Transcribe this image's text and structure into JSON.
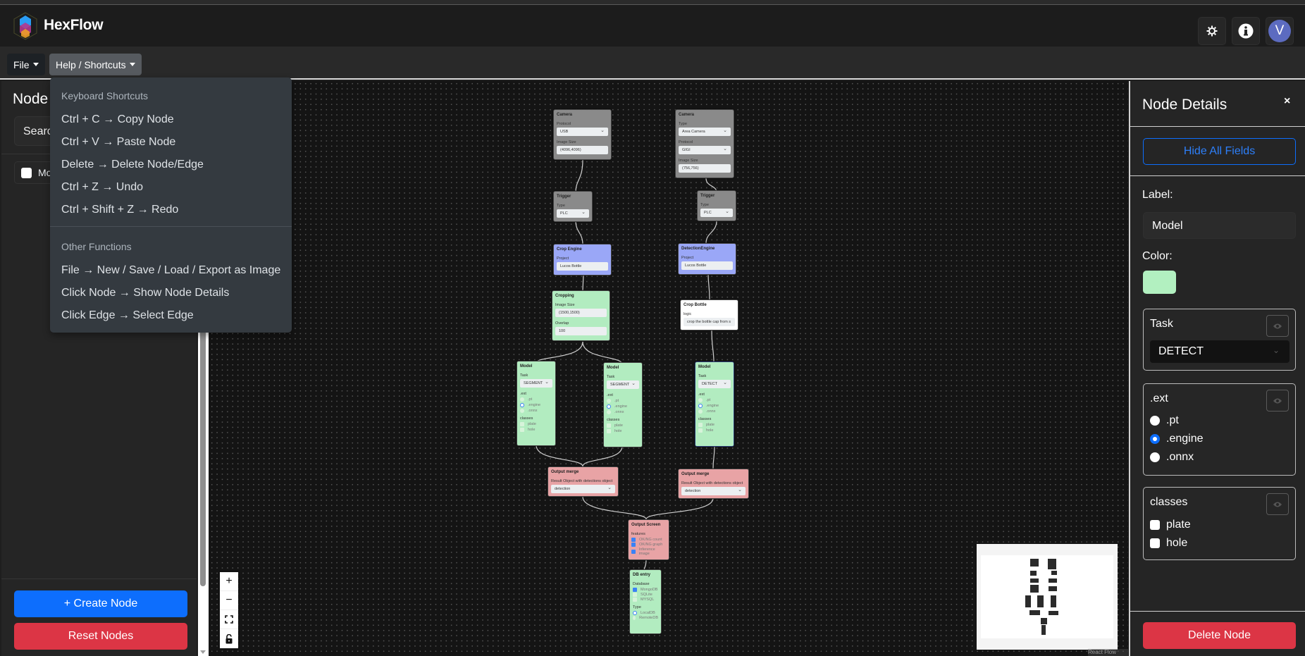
{
  "header": {
    "app_title": "HexFlow",
    "settings_icon": "gear-icon",
    "info_icon": "info-icon",
    "avatar_initial": "V"
  },
  "menubar": {
    "file_label": "File",
    "help_label": "Help / Shortcuts"
  },
  "help_dropdown": {
    "section1_header": "Keyboard Shortcuts",
    "shortcuts": [
      "Ctrl + C → Copy Node",
      "Ctrl + V → Paste Node",
      "Delete → Delete Node/Edge",
      "Ctrl + Z → Undo",
      "Ctrl + Shift + Z → Redo"
    ],
    "section2_header": "Other Functions",
    "functions": [
      "File → New / Save / Load / Export as Image",
      "Click Node → Show Node Details",
      "Click Edge → Select Edge"
    ]
  },
  "left_panel": {
    "title": "Node",
    "search_placeholder": "Search",
    "items": [
      {
        "label": "Mo"
      }
    ],
    "create_button": "+ Create Node",
    "reset_button": "Reset Nodes"
  },
  "canvas": {
    "controls": {
      "zoom_in": "+",
      "zoom_out": "−",
      "fit": "⛶",
      "lock": "🔓"
    },
    "attribution": "React Flow",
    "nodes": {
      "camera1": {
        "title": "Camera",
        "protocol_label": "Protocol",
        "protocol": "USB",
        "image_size_label": "Image Size",
        "image_size": "(4096,4096)"
      },
      "camera2": {
        "title": "Camera",
        "type_label": "Type",
        "type": "Area Camera",
        "protocol_label": "Protocol",
        "protocol": "GIGI",
        "image_size_label": "Image Size",
        "image_size": "(756,756)"
      },
      "trigger1": {
        "title": "Trigger",
        "type_label": "Type",
        "type": "PLC"
      },
      "trigger2": {
        "title": "Trigger",
        "type_label": "Type",
        "type": "PLC"
      },
      "crop_engine": {
        "title": "Crop Engine",
        "project_label": "Project",
        "project": "Lucos Bottle"
      },
      "detection_engine": {
        "title": "DetectionEngine",
        "project_label": "Project",
        "project": "Lucos Bottle"
      },
      "cropping": {
        "title": "Cropping",
        "image_size_label": "Image Size",
        "image_size": "(1500,1500)",
        "overlap_label": "Overlap",
        "overlap": "100"
      },
      "crop_bottle": {
        "title": "Crop Bottle",
        "logic_label": "logic",
        "logic": "crop the bottle cap from s"
      },
      "model1": {
        "title": "Model",
        "task_label": "Task",
        "task": "SEGMENT",
        "ext_label": ".ext",
        "ext_options": [
          ".pt",
          ".engine",
          ".onnx"
        ],
        "classes_label": "classes",
        "classes": [
          "plate",
          "hole"
        ]
      },
      "model2": {
        "title": "Model",
        "task_label": "Task",
        "task": "SEGMENT",
        "ext_label": ".ext",
        "ext_options": [
          ".pt",
          ".engine",
          ".onnx"
        ],
        "classes_label": "classes",
        "classes": [
          "plate",
          "hole"
        ]
      },
      "model3": {
        "title": "Model",
        "task_label": "Task",
        "task": "DETECT",
        "ext_label": ".ext",
        "ext_options": [
          ".pt",
          ".engine",
          ".onnx"
        ],
        "classes_label": "classes",
        "classes": [
          "plate",
          "hole"
        ]
      },
      "output_merge1": {
        "title": "Output merge",
        "field_label": "Result Object with detections object",
        "value": "detection"
      },
      "output_merge2": {
        "title": "Output merge",
        "field_label": "Result Object with detections object",
        "value": "detection"
      },
      "output_screen": {
        "title": "Output Screen",
        "features_label": "features",
        "features": [
          "OK/NG count",
          "OK/NG graph",
          "Inference image"
        ]
      },
      "db_entry": {
        "title": "DB entry",
        "database_label": "Database",
        "databases": [
          "MongoDB",
          "SQLite",
          "MYSQL"
        ],
        "type_label": "Type",
        "types": [
          "LocalDB",
          "RemoteDB"
        ]
      }
    }
  },
  "right_panel": {
    "title": "Node Details",
    "close": "×",
    "hide_all_button": "Hide All Fields",
    "label_caption": "Label:",
    "label_value": "Model",
    "color_caption": "Color:",
    "color_value": "#b2f0c0",
    "task": {
      "title": "Task",
      "value": "DETECT"
    },
    "ext": {
      "title": ".ext",
      "options": [
        ".pt",
        ".engine",
        ".onnx"
      ],
      "selected": ".engine"
    },
    "classes": {
      "title": "classes",
      "options": [
        "plate",
        "hole"
      ]
    },
    "delete_button": "Delete Node"
  },
  "colors": {
    "primary": "#0d6efd",
    "danger": "#dc3545",
    "avatar": "#5c6bc0",
    "node_gray": "#8a8a8a",
    "node_blue": "#9aa7f7",
    "node_green": "#b2ecc0",
    "node_pink": "#e8a3a5"
  }
}
